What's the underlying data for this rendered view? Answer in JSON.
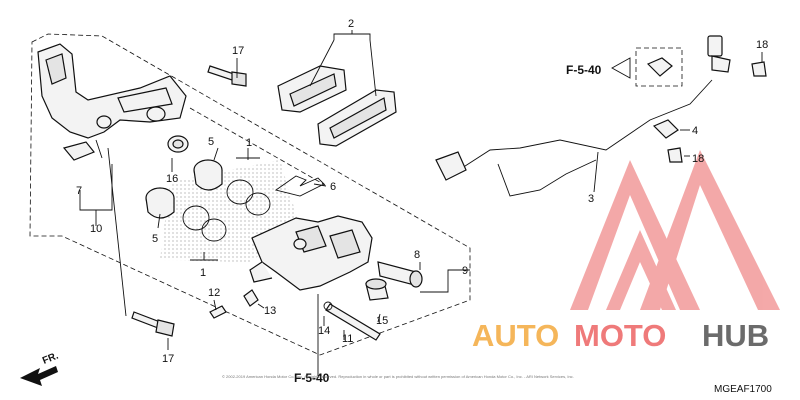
{
  "callouts": {
    "c1a": "1",
    "c1b": "1",
    "c2": "2",
    "c3": "3",
    "c4": "4",
    "c5a": "5",
    "c5b": "5",
    "c6": "6",
    "c7": "7",
    "c8": "8",
    "c9": "9",
    "c10": "10",
    "c11": "11",
    "c12": "12",
    "c13": "13",
    "c14": "14",
    "c15": "15",
    "c16": "16",
    "c17a": "17",
    "c17b": "17",
    "c18a": "18",
    "c18b": "18"
  },
  "refs": {
    "ref_top": "F-5-40",
    "ref_bottom": "F-5-40"
  },
  "direction_label": "FR.",
  "diagram_code": "MGEAF1700",
  "copyright": "© 2002-2019 American Honda Motor Co., Inc. All rights reserved. Reproduction in whole or part is prohibited without written permission of American Honda Motor Co., Inc. - ARI Network Services, Inc.",
  "watermark": {
    "part1": "AUTO",
    "part2": "MOTO",
    "part3": "HUB"
  },
  "colors": {
    "watermark_orange": "#f5b65a",
    "watermark_red": "#ef7a7a",
    "watermark_dark": "#6b6b6b"
  }
}
